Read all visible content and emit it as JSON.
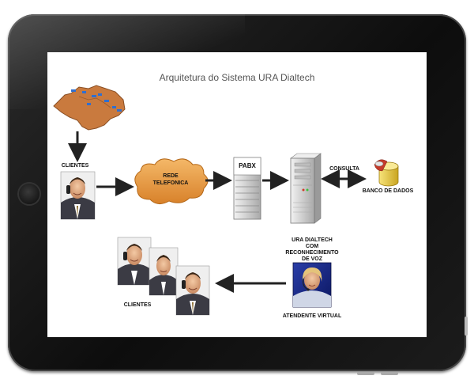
{
  "diagram": {
    "title": "Arquitetura do Sistema URA Dialtech",
    "nodes": {
      "clientes_top": "CLIENTES",
      "rede_telefonica": "REDE TELEFONICA",
      "pabx": "PABX",
      "consulta": "CONSULTA",
      "banco_de_dados": "BANCO DE DADOS",
      "ura_line1": "URA DIALTECH",
      "ura_line2": "COM",
      "ura_line3": "RECONHECIMENTO",
      "ura_line4": "DE VOZ",
      "atendente_virtual": "ATENDENTE VIRTUAL",
      "clientes_bottom": "CLIENTES"
    }
  },
  "colors": {
    "cloud": "#e89a3c",
    "map": "#c97a3e",
    "server": "#dcdcdc",
    "arrow": "#222222"
  }
}
